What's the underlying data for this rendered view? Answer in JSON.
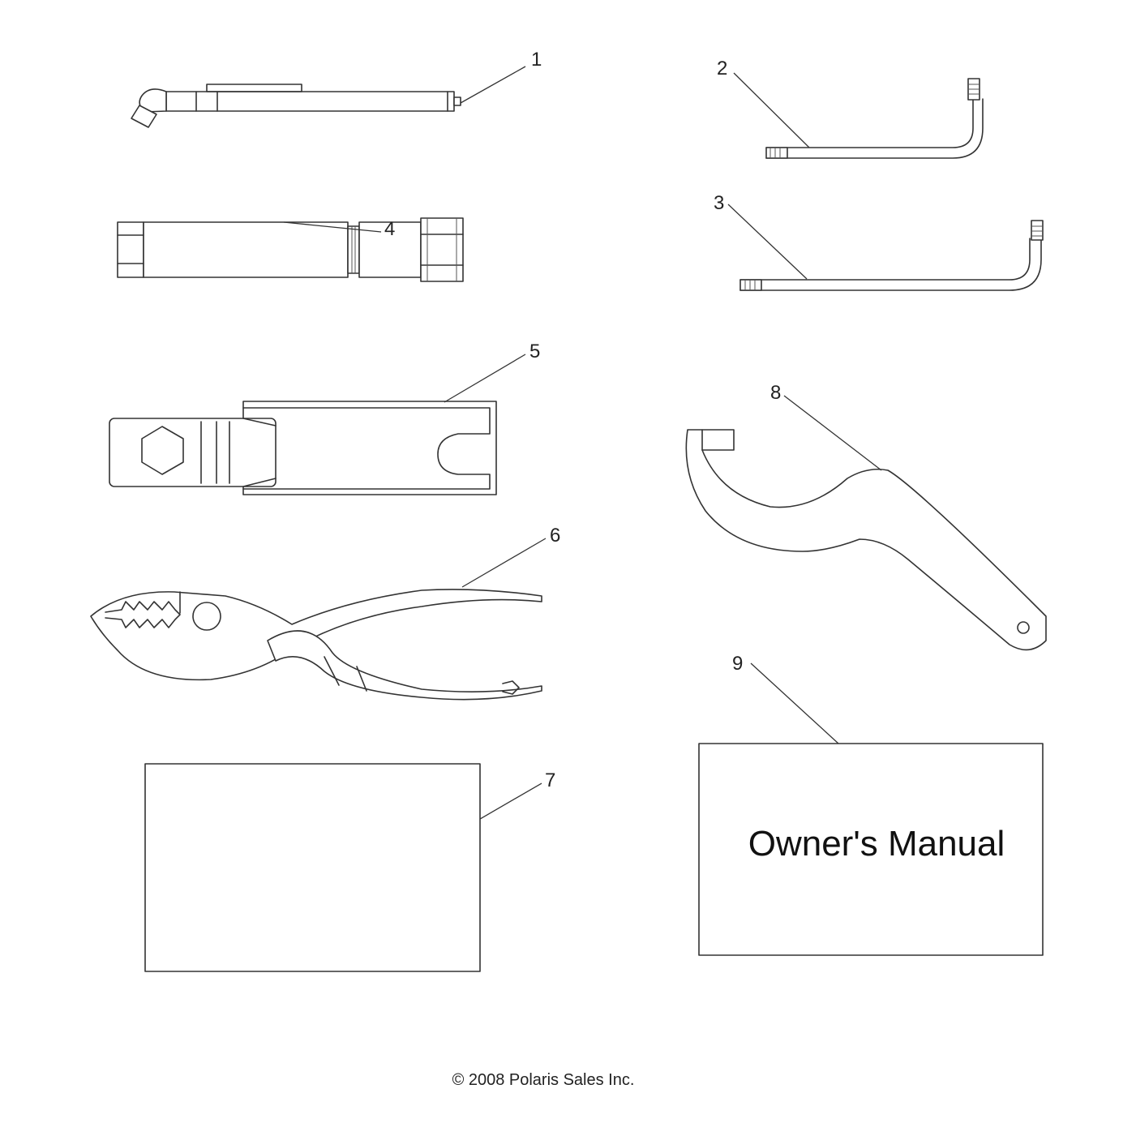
{
  "callouts": {
    "c1": "1",
    "c2": "2",
    "c3": "3",
    "c4": "4",
    "c5": "5",
    "c6": "6",
    "c7": "7",
    "c8": "8",
    "c9": "9"
  },
  "owners_manual": {
    "title": "Owner's Manual"
  },
  "footer": {
    "copyright": "© 2008 Polaris Sales Inc."
  }
}
